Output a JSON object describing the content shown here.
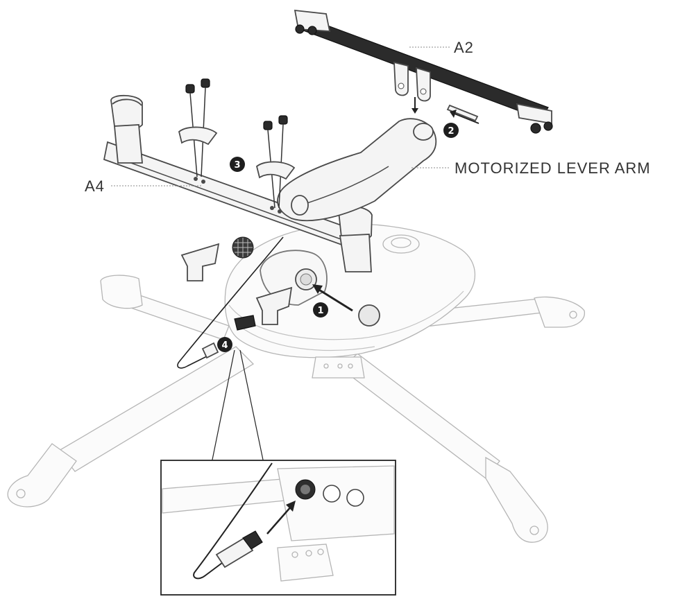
{
  "labels": {
    "a2": "A2",
    "a4": "A4",
    "lever_arm": "MOTORIZED LEVER ARM"
  },
  "steps": [
    "1",
    "2",
    "3",
    "4"
  ],
  "colors": {
    "ink": "#4a4a4a",
    "ghost": "#b5b5b5",
    "badge": "#1e1e1e"
  }
}
